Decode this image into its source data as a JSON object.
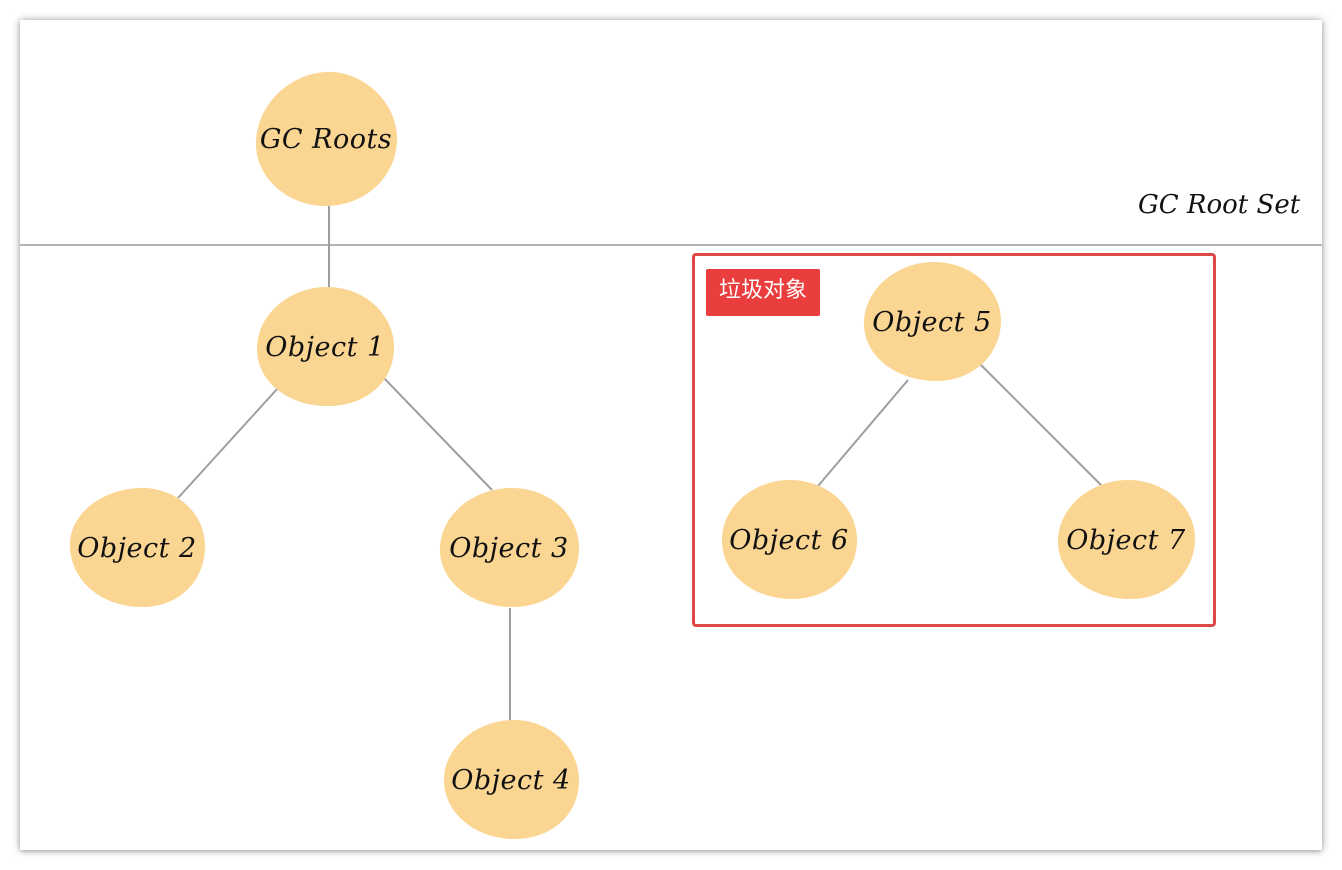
{
  "diagram": {
    "root_set_label": "GC Root Set",
    "garbage_label": "垃圾对象",
    "node_fill": "#fbd592",
    "edge_color": "#9e9e9e",
    "garbage_border_color": "#e04848",
    "garbage_tag_color": "#ea3d3d",
    "nodes": {
      "gc_roots": "GC Roots",
      "object1": "Object 1",
      "object2": "Object 2",
      "object3": "Object 3",
      "object4": "Object 4",
      "object5": "Object 5",
      "object6": "Object 6",
      "object7": "Object 7"
    },
    "edges": [
      [
        "gc_roots",
        "object1"
      ],
      [
        "object1",
        "object2"
      ],
      [
        "object1",
        "object3"
      ],
      [
        "object3",
        "object4"
      ],
      [
        "object5",
        "object6"
      ],
      [
        "object5",
        "object7"
      ]
    ]
  }
}
